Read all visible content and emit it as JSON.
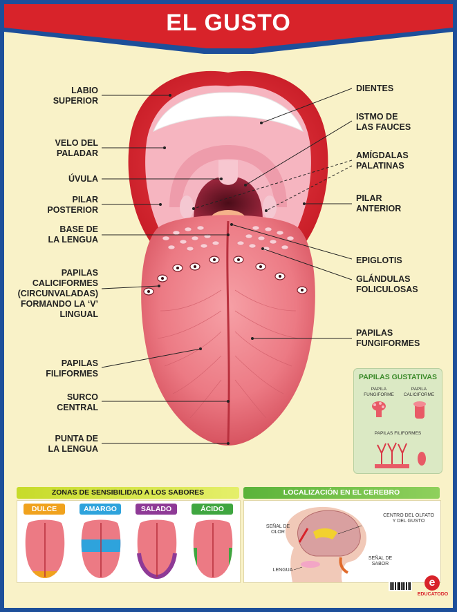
{
  "title": "EL GUSTO",
  "labels_left": [
    {
      "key": "labio",
      "text": "LABIO\nSUPERIOR"
    },
    {
      "key": "velo",
      "text": "VELO DEL\nPALADAR"
    },
    {
      "key": "uvula",
      "text": "ÚVULA"
    },
    {
      "key": "pilar_post",
      "text": "PILAR\nPOSTERIOR"
    },
    {
      "key": "base",
      "text": "BASE DE\nLA LENGUA"
    },
    {
      "key": "calic",
      "text": "PAPILAS\nCALICIFORMES\n(CIRCUNVALADAS)\nFORMANDO LA ‘V’\nLINGUAL"
    },
    {
      "key": "filif",
      "text": "PAPILAS\nFILIFORMES"
    },
    {
      "key": "surco",
      "text": "SURCO\nCENTRAL"
    },
    {
      "key": "punta",
      "text": "PUNTA DE\nLA LENGUA"
    }
  ],
  "labels_right": [
    {
      "key": "dientes",
      "text": "DIENTES"
    },
    {
      "key": "istmo",
      "text": "ISTMO DE\nLAS FAUCES"
    },
    {
      "key": "amig",
      "text": "AMÍGDALAS\nPALATINAS"
    },
    {
      "key": "pilar_ant",
      "text": "PILAR\nANTERIOR"
    },
    {
      "key": "epig",
      "text": "EPIGLOTIS"
    },
    {
      "key": "gland",
      "text": "GLÁNDULAS\nFOLICULOSAS"
    },
    {
      "key": "fungi",
      "text": "PAPILAS\nFUNGIFORMES"
    }
  ],
  "papilas_box": {
    "title": "PAPILAS GUSTATIVAS",
    "fungiforme": "PAPILA\nFUNGIFORME",
    "caliciforme": "PAPILA\nCALICIFORME",
    "filiformes": "PAPILAS FILIFORMES"
  },
  "zonas": {
    "title": "ZONAS DE SENSIBILIDAD A LOS SABORES",
    "tags": [
      {
        "label": "DULCE",
        "color": "#f0a21d"
      },
      {
        "label": "AMARGO",
        "color": "#2ea3dc"
      },
      {
        "label": "SALADO",
        "color": "#8e3a96"
      },
      {
        "label": "ÁCIDO",
        "color": "#3fa640"
      }
    ]
  },
  "cerebro": {
    "title": "LOCALIZACIÓN EN EL CEREBRO",
    "senal_olor": "SEÑAL DE\nOLOR",
    "centro": "CENTRO DEL OLFATO\nY DEL GUSTO",
    "lengua": "LENGUA",
    "senal_sabor": "SEÑAL DE\nSABOR"
  },
  "brand": "EDUCATODO",
  "colors": {
    "red": "#d8232a",
    "blue": "#1d4f9a",
    "tongue": "#e9717a",
    "gum": "#f4a8b6"
  }
}
